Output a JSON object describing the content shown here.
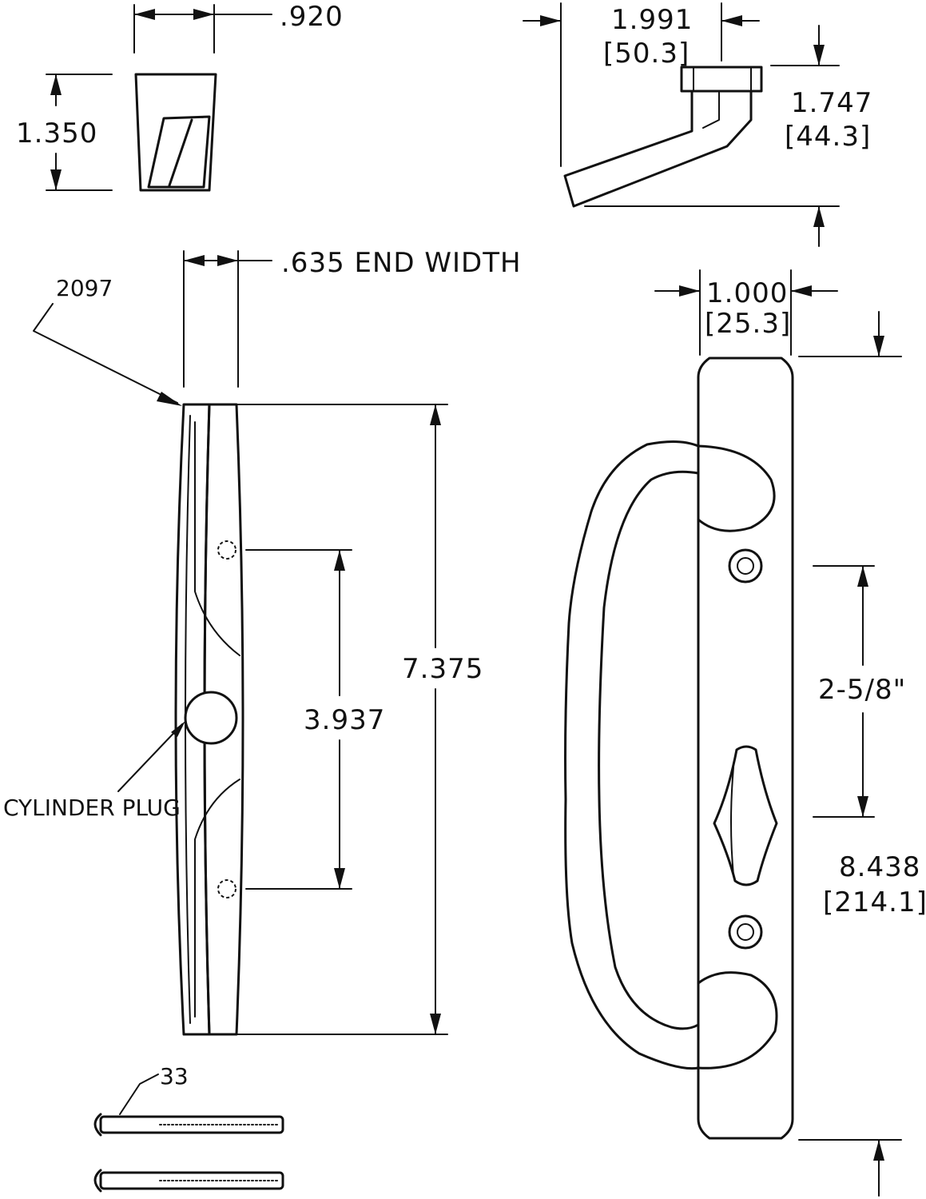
{
  "dimensions": {
    "top_width": ".920",
    "top_height": "1.350",
    "lever_length": "1.991",
    "lever_length_mm": "[50.3]",
    "lever_height": "1.747",
    "lever_height_mm": "[44.3]",
    "end_width": ".635 END WIDTH",
    "plate_width": "1.000",
    "plate_width_mm": "[25.3]",
    "hole_spacing": "3.937",
    "side_length": "7.375",
    "center_spacing": "2-5/8\"",
    "plate_length": "8.438",
    "plate_length_mm": "[214.1]"
  },
  "labels": {
    "part_number": "2097",
    "cylinder_plug": "CYLINDER PLUG",
    "screw_part": "33"
  }
}
